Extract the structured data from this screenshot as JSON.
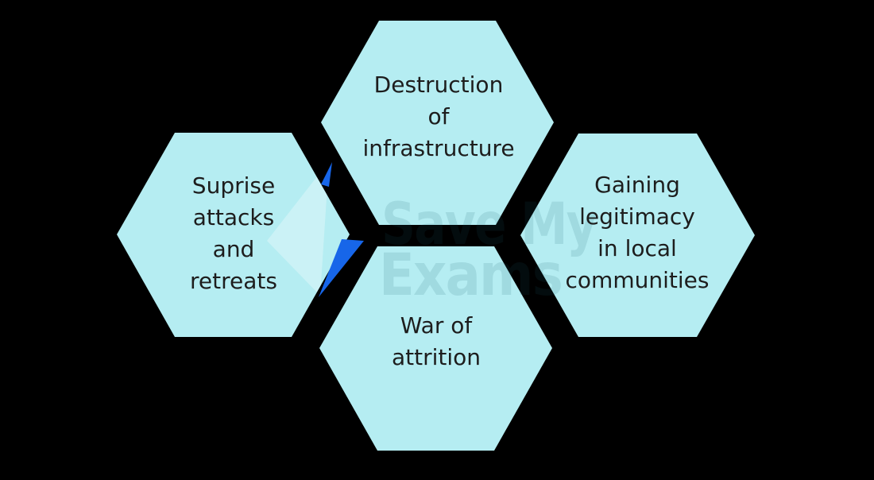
{
  "diagram": {
    "type": "hexagon-cluster",
    "topic": "guerrilla warfare tactics"
  },
  "colors": {
    "background": "#000000",
    "hexagon_fill": "#b5edf2",
    "label_text": "#1d1d1d",
    "accent_blue": "#1766e9",
    "bolt_body": "#ffffff",
    "bolt_body_opacity": "0.3",
    "watermark_text": "#145a69",
    "watermark_text_opacity": "0.13"
  },
  "hexagons": [
    {
      "id": "destruction-of-infrastructure",
      "lines": [
        "Destruction",
        "of",
        "infrastructure"
      ]
    },
    {
      "id": "surprise-attacks-and-retreats",
      "lines": [
        "Suprise",
        "attacks",
        "and",
        "retreats"
      ]
    },
    {
      "id": "gaining-legitimacy-in-local-communities",
      "lines": [
        "Gaining",
        "legitimacy",
        "in local",
        "communities"
      ]
    },
    {
      "id": "war-of-attrition",
      "lines": [
        "War of",
        "attrition"
      ]
    }
  ],
  "watermark": {
    "line1": "Save My",
    "line2": "Exams"
  }
}
